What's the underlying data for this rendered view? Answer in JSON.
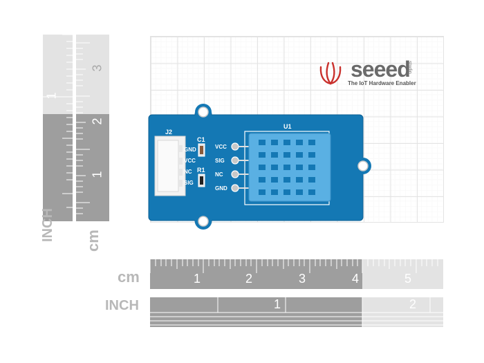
{
  "brand": {
    "name": "seeed",
    "sub": "studio",
    "tagline": "The IoT Hardware Enabler"
  },
  "rulers": {
    "left_cm_label": "cm",
    "left_inch_label": "INCH",
    "bottom_cm_label": "cm",
    "bottom_inch_label": "INCH",
    "left_inch_numbers": [
      "1"
    ],
    "left_cm_numbers": [
      "3",
      "2",
      "1"
    ],
    "bottom_cm_numbers": [
      "1",
      "2",
      "3",
      "4",
      "5"
    ],
    "bottom_inch_numbers": [
      "1",
      "2"
    ]
  },
  "board": {
    "connector_label": "J2",
    "cap_label": "C1",
    "res_label": "R1",
    "sensor_label": "U1",
    "connector_pins": [
      "GND",
      "VCC",
      "NC",
      "SIG"
    ],
    "sensor_pins": [
      "VCC",
      "SIG",
      "NC",
      "GND"
    ],
    "colors": {
      "pcb": "#1478b4",
      "sensor": "#5ab0e3",
      "silkscreen": "#ffffff"
    }
  }
}
